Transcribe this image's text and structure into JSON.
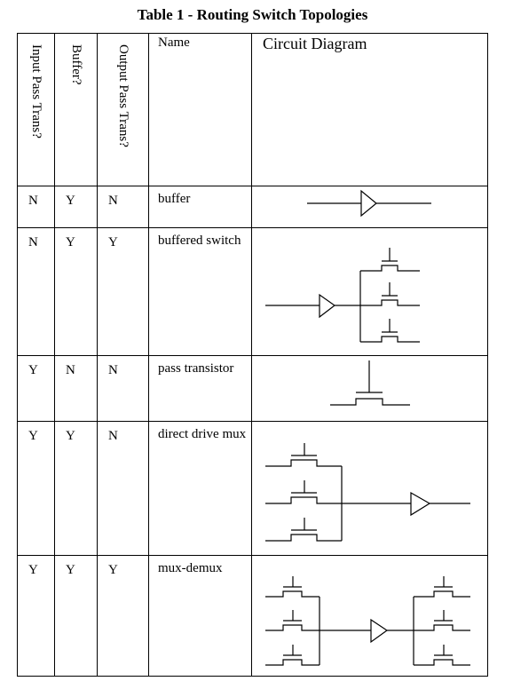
{
  "title": "Table 1 - Routing Switch Topologies",
  "headers": {
    "input_pass": "Input Pass Trans?",
    "buffer": "Buffer?",
    "output_pass": "Output Pass Trans?",
    "name": "Name",
    "diagram": "Circuit Diagram"
  },
  "rows": [
    {
      "input": "N",
      "buffer": "Y",
      "output": "N",
      "name": "buffer"
    },
    {
      "input": "N",
      "buffer": "Y",
      "output": "Y",
      "name": "buffered switch"
    },
    {
      "input": "Y",
      "buffer": "N",
      "output": "N",
      "name": "pass transistor"
    },
    {
      "input": "Y",
      "buffer": "Y",
      "output": "N",
      "name": "direct drive mux"
    },
    {
      "input": "Y",
      "buffer": "Y",
      "output": "Y",
      "name": "mux-demux"
    }
  ]
}
